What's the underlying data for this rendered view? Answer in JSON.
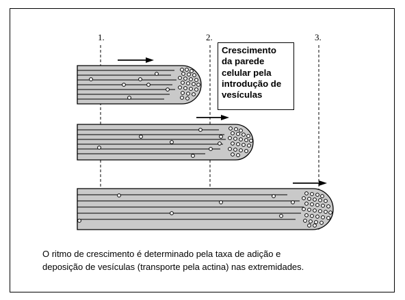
{
  "guide_labels": [
    "1.",
    "2.",
    "3."
  ],
  "callout": {
    "lines": [
      "Crescimento",
      "da parede",
      "celular pela",
      "introdução de",
      "vesículas"
    ]
  },
  "caption": {
    "lines": [
      "O ritmo de crescimento é determinado pela taxa de adição e",
      "deposição de vesículas (transporte pela actina) nas extremidades."
    ]
  },
  "colors": {
    "tube_fill": "#c9c9c9",
    "outline": "#000000",
    "background": "#ffffff"
  }
}
